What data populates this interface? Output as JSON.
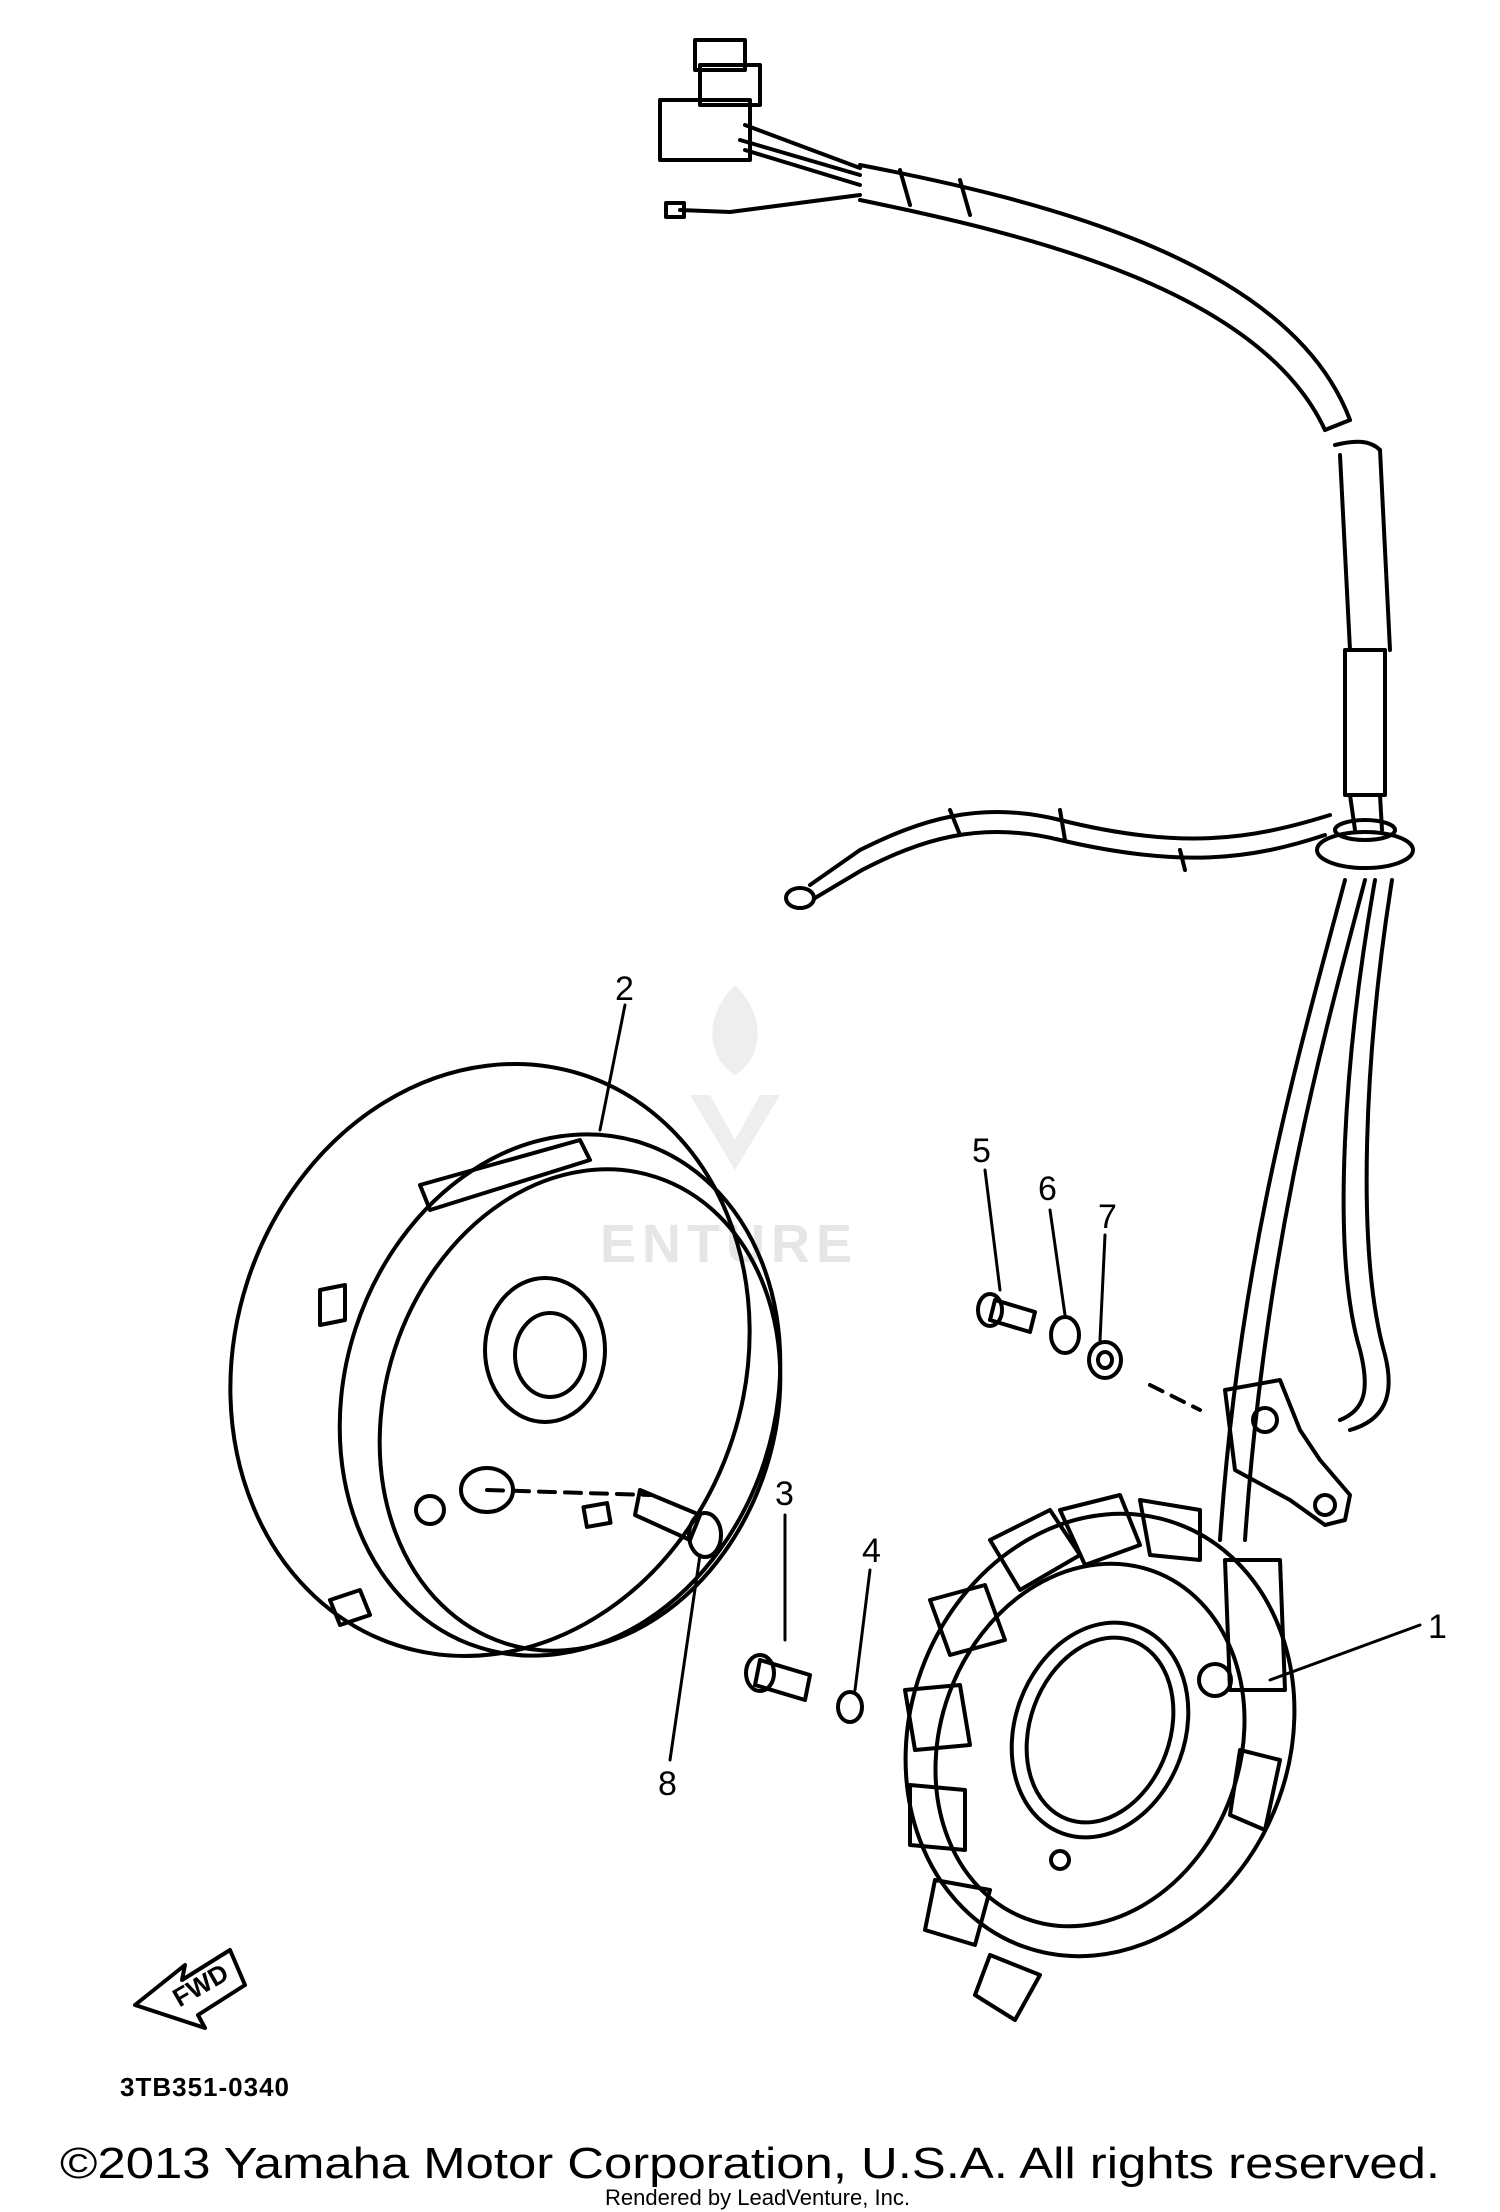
{
  "diagram": {
    "callouts": [
      {
        "id": "1",
        "label": "1"
      },
      {
        "id": "2",
        "label": "2"
      },
      {
        "id": "3",
        "label": "3"
      },
      {
        "id": "4",
        "label": "4"
      },
      {
        "id": "5",
        "label": "5"
      },
      {
        "id": "6",
        "label": "6"
      },
      {
        "id": "7",
        "label": "7"
      },
      {
        "id": "8",
        "label": "8"
      }
    ],
    "direction_label": "FWD",
    "part_code": "3TB351-0340"
  },
  "watermark": {
    "text": "ENTURE"
  },
  "footer": {
    "copyright": "©2013 Yamaha Motor Corporation, U.S.A. All rights reserved.",
    "rendered_by": "Rendered by LeadVenture, Inc."
  }
}
